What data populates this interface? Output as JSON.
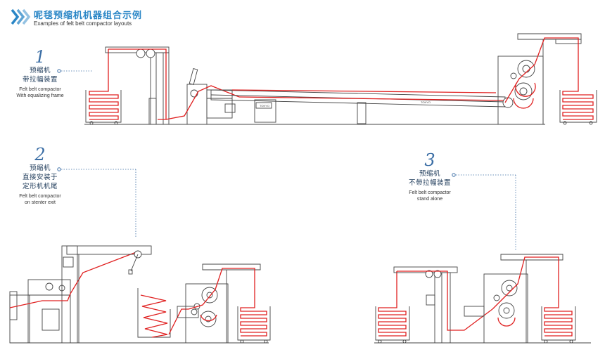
{
  "header": {
    "title_zh": "呢毯预缩机机器组合示例",
    "title_en": "Examples of felt belt compactor layouts",
    "chevron_color": "#2a86c6"
  },
  "layouts": [
    {
      "number": "1",
      "zh_line1": "预缩机",
      "zh_line2": "带拉幅装置",
      "en_line1": "Felt belt compactor",
      "en_line2": "With equalizing frame"
    },
    {
      "number": "2",
      "zh_line1": "预缩机",
      "zh_line2": "直接安装于",
      "zh_line3": "定形机机尾",
      "en_line1": "Felt belt compactor",
      "en_line2": "on stenter exit"
    },
    {
      "number": "3",
      "zh_line1": "预缩机",
      "zh_line2": "不带拉幅装置",
      "en_line1": "Felt belt compactor",
      "en_line2": "stand alone"
    }
  ],
  "machine_plate": "TOKYO",
  "colors": {
    "fabric_path": "#e02020",
    "machine_line": "#444444",
    "accent": "#2a86c6"
  }
}
